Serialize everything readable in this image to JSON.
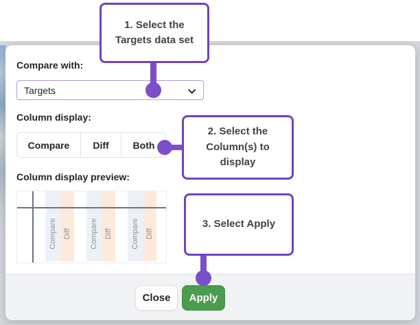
{
  "modal": {
    "compare_with_label": "Compare with:",
    "select_value": "Targets",
    "column_display_label": "Column display:",
    "column_buttons": [
      "Compare",
      "Diff",
      "Both"
    ],
    "preview_label": "Column display preview:",
    "preview_group": {
      "compare": "Compare",
      "diff": "Diff"
    },
    "close_label": "Close",
    "apply_label": "Apply"
  },
  "callouts": [
    {
      "text": "1. Select the\nTargets data set"
    },
    {
      "text": "2. Select the\nColumn(s) to\ndisplay"
    },
    {
      "text": "3. Select Apply"
    }
  ],
  "icons": {
    "select_chevron": "chevron-down"
  },
  "colors": {
    "accent-purple": "#6f42c1",
    "connector-purple": "#7b4fc9",
    "select-border-purple": "#b49adf",
    "apply-green": "#4a9d4e",
    "apply-green-border": "#3f8c43",
    "footer-bg": "#f0f2f4",
    "backdrop-gray": "#d3d6da",
    "stripe-blue": "#edf1f7",
    "stripe-peach": "#fdeadc",
    "table-line-gray": "#6b7280",
    "label-dark": "#212529"
  }
}
